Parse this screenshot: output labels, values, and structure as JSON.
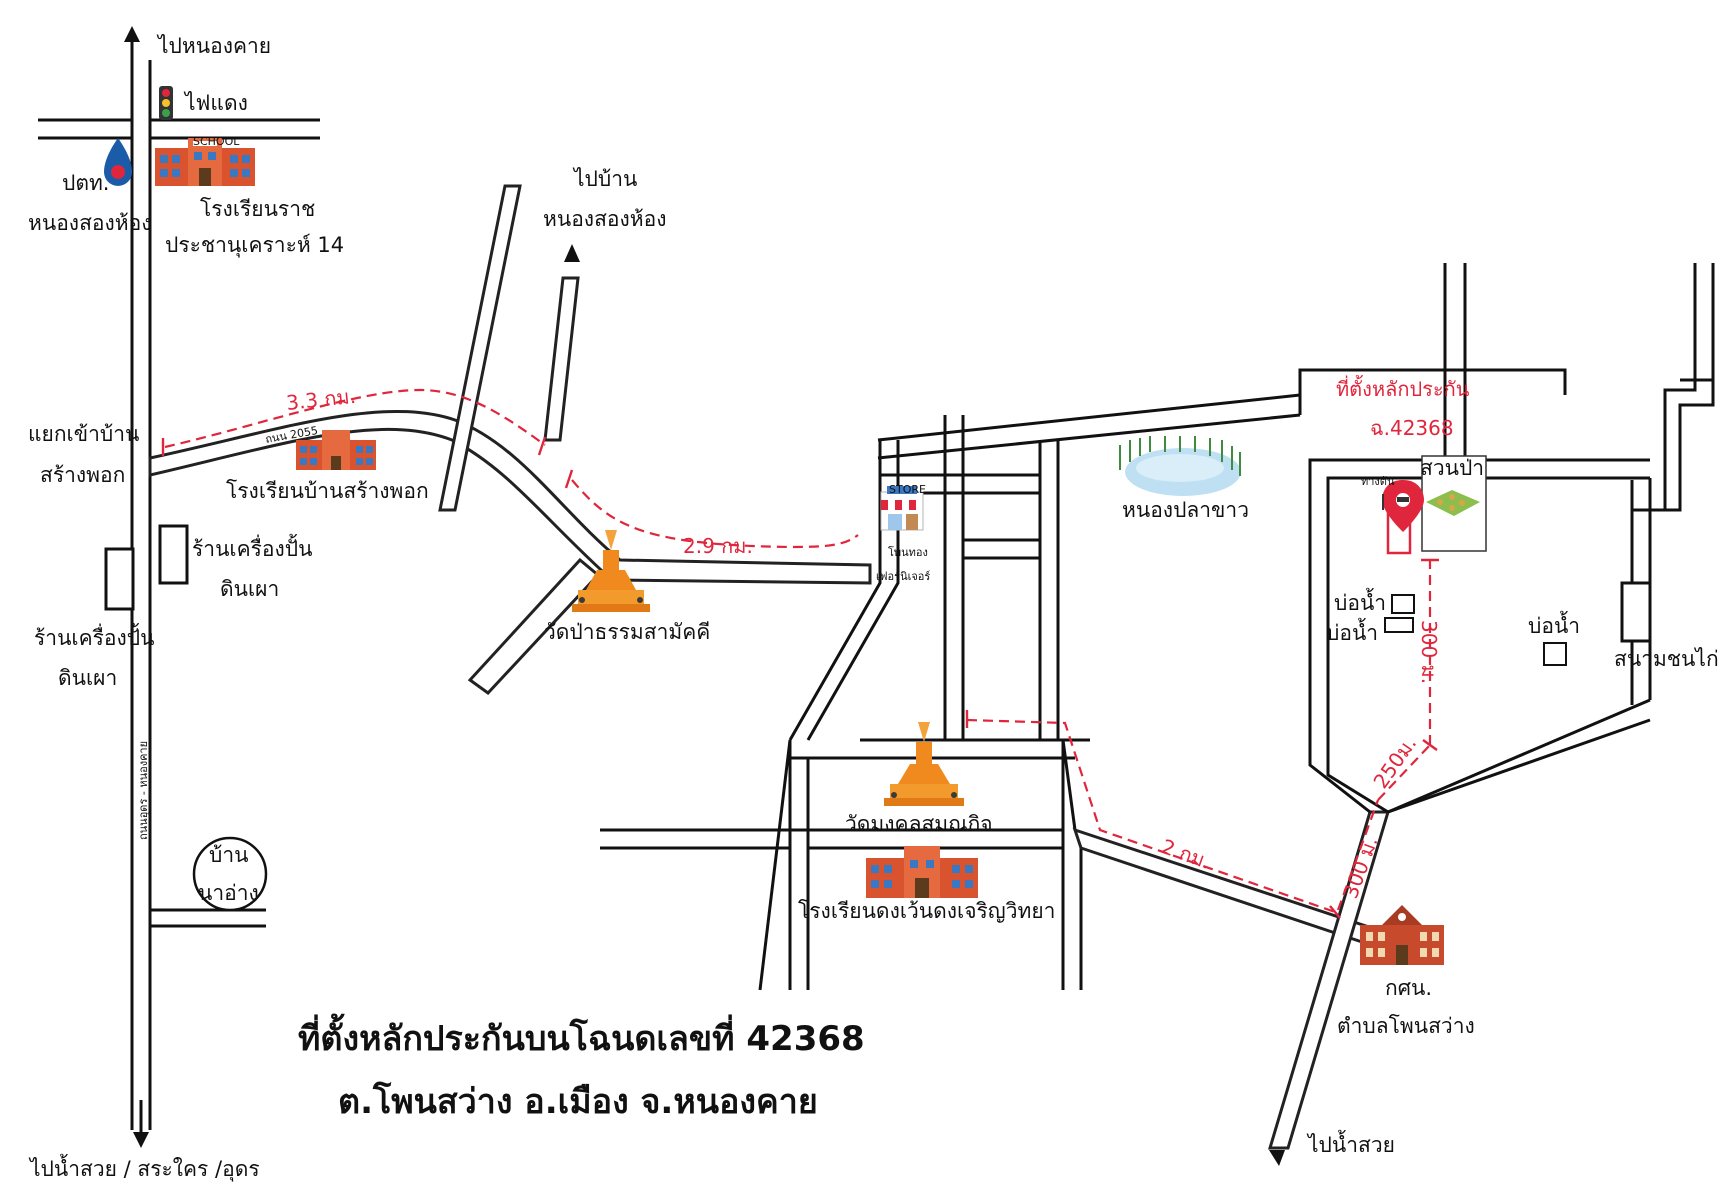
{
  "directions": {
    "north": "ไปหนองคาย",
    "south": "ไปน้ำสวย / สระใคร /อุดร",
    "south_east": "ไปน้ำสวย",
    "to_nongsonghong_1": "ไปบ้าน",
    "to_nongsonghong_2": "หนองสองห้อง"
  },
  "places": {
    "traffic_light": "ไฟแดง",
    "ptt_1": "ปตท.",
    "ptt_2": "หนองสองห้อง",
    "school_raj_1": "โรงเรียนราช",
    "school_raj_2": "ประชานุเคราะห์ 14",
    "junction_1": "แยกเข้าบ้าน",
    "junction_2": "สร้างพอก",
    "school_sangphok": "โรงเรียนบ้านสร้างพอก",
    "road_sign": "ถนน 2055",
    "pottery_shop_a_1": "ร้านเครื่องปั้น",
    "pottery_shop_a_2": "ดินเผา",
    "pottery_shop_b_1": "ร้านเครื่องปั้น",
    "pottery_shop_b_2": "ดินเผา",
    "temple_pa": "วัดป่าธรรมสามัคคี",
    "furniture_1": "โพนทอง",
    "furniture_2": "เฟอร์นิเจอร์",
    "store_sign": "STORE",
    "school_sign": "SCHOOL",
    "pond": "หนองปลาขาว",
    "temple_mongkol": "วัดมงคลสมณกิจ",
    "school_dongwen": "โรงเรียนดงเว้นดงเจริญวิทยา",
    "ban_na_ang_1": "บ้าน",
    "ban_na_ang_2": "นาอ่าง",
    "vertical_road": "ถนนอุดร - หนองคาย",
    "gor_sor_nor_1": "กศน.",
    "gor_sor_nor_2": "ตำบลโพนสว่าง",
    "well_1": "บ่อน้ำ",
    "well_2": "บ่อน้ำ",
    "well_3": "บ่อน้ำ",
    "garden": "สวนป่า",
    "start_point": "ทางต้น",
    "cockfight": "สนามชนไก่",
    "collateral_1": "ที่ตั้งหลักประกัน",
    "collateral_2": "ฉ.42368"
  },
  "distances": {
    "d1": "3.3 กม.",
    "d2": "2.9 กม.",
    "d3": "2 กม.",
    "d4": "300 ม.",
    "d5": "250ม.",
    "d6": "300 ม."
  },
  "title": {
    "line1": "ที่ตั้งหลักประกันบนโฉนดเลขที่ 42368",
    "line2": "ต.โพนสว่าง อ.เมือง จ.หนองคาย"
  },
  "colors": {
    "route_red": "#e0263c",
    "temple_orange": "#f08a1e",
    "school_red": "#d9532f",
    "pin_red": "#e0263c"
  }
}
